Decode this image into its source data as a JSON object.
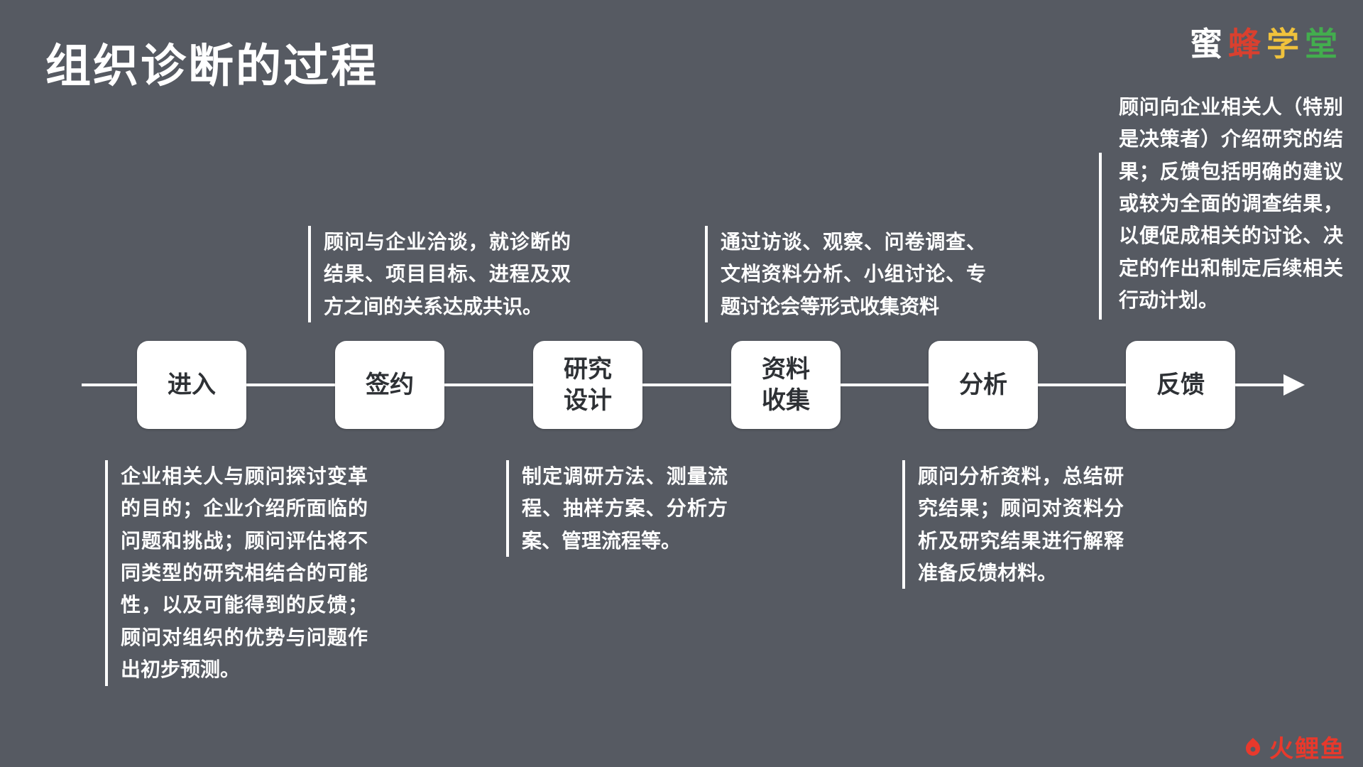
{
  "slide": {
    "title": "组织诊断的过程",
    "bg_color": "#565a62",
    "text_color": "#ffffff",
    "box_color": "#ffffff",
    "box_text_color": "#2e3135"
  },
  "brand": {
    "name": "蜜蜂学堂",
    "chars": [
      {
        "text": "蜜",
        "color": "#ffffff"
      },
      {
        "text": "蜂",
        "color": "#d9402f"
      },
      {
        "text": "学",
        "color": "#f0c23c"
      },
      {
        "text": "堂",
        "color": "#43ad4e"
      }
    ]
  },
  "watermark": {
    "text": "火鲤鱼",
    "color": "#e8392c"
  },
  "timeline": {
    "stages": [
      {
        "key": "enter",
        "label": "进入"
      },
      {
        "key": "sign",
        "label": "签约"
      },
      {
        "key": "design",
        "label": "研究\n设计"
      },
      {
        "key": "collect",
        "label": "资料\n收集"
      },
      {
        "key": "analysis",
        "label": "分析"
      },
      {
        "key": "feedback",
        "label": "反馈"
      }
    ]
  },
  "annotations": {
    "sign_top": "顾问与企业洽谈，就诊断的结果、项目目标、进程及双方之间的关系达成共识。",
    "collect_top": "通过访谈、观察、问卷调查、文档资料分析、小组讨论、专题讨论会等形式收集资料",
    "feedback_top": "顾问向企业相关人（特别是决策者）介绍研究的结果；反馈包括明确的建议或较为全面的调查结果，以便促成相关的讨论、决定的作出和制定后续相关行动计划。",
    "enter_bottom": "企业相关人与顾问探讨变革的目的；企业介绍所面临的问题和挑战；顾问评估将不同类型的研究相结合的可能性，以及可能得到的反馈；顾问对组织的优势与问题作出初步预测。",
    "design_bottom": "制定调研方法、测量流程、抽样方案、分析方案、管理流程等。",
    "analysis_bottom": "顾问分析资料，总结研究结果；顾问对资料分析及研究结果进行解释准备反馈材料。"
  }
}
